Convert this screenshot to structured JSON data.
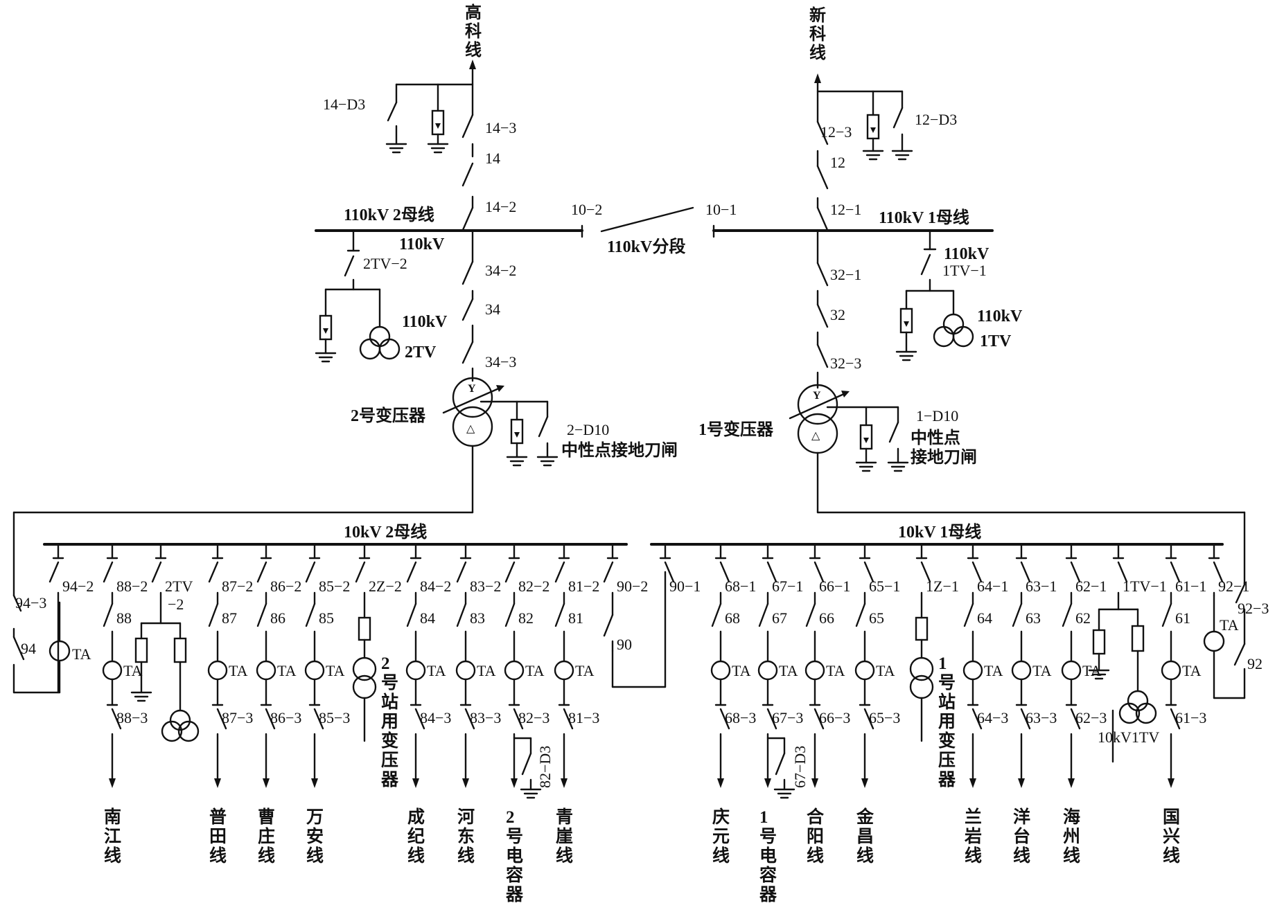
{
  "incoming_lines": [
    {
      "id": "gaoke",
      "name": "高科线"
    },
    {
      "id": "xinke",
      "name": "新科线"
    }
  ],
  "buses": {
    "hv2": "110kV 2母线",
    "hv1": "110kV 1母线",
    "section": "110kV分段",
    "lv2": "10kV 2母线",
    "lv1": "10kV 1母线"
  },
  "hv_labels": {
    "s14_d3": "14−D3",
    "s14_3": "14−3",
    "b14": "14",
    "s14_2": "14−2",
    "s12_3": "12−3",
    "b12": "12",
    "s12_1": "12−1",
    "s12_d3": "12−D3",
    "s10_2": "10−2",
    "s10_1": "10−1",
    "tv2_voltage": "110kV",
    "s2tv_2": "2TV−2",
    "tv2_label_voltage": "110kV",
    "tv2_label": "2TV",
    "tv1_voltage": "110kV",
    "s1tv_1": "1TV−1",
    "tv1_label_voltage": "110kV",
    "tv1_label": "1TV",
    "s34_2": "34−2",
    "b34": "34",
    "s34_3": "34−3",
    "s32_1": "32−1",
    "b32": "32",
    "s32_3": "32−3",
    "t2": "2号变压器",
    "t1": "1号变压器",
    "d2": "2−D10",
    "d1": "1−D10",
    "neutral2": "中性点接地刀闸",
    "neutral1_a": "中性点",
    "neutral1_b": "接地刀闸"
  },
  "feeders_lv2": [
    {
      "iso_top": "94−2",
      "brk": "",
      "ta": "TA",
      "iso_bot": "",
      "name": ""
    },
    {
      "iso_top": "88−2",
      "brk": "88",
      "ta": "TA",
      "iso_bot": "88−3",
      "name": "南江线"
    },
    {
      "iso_top": "2TV",
      "iso_top2": "−2",
      "brk": "",
      "ta": "",
      "iso_bot": "",
      "name": ""
    },
    {
      "iso_top": "87−2",
      "brk": "87",
      "ta": "TA",
      "iso_bot": "87−3",
      "name": "普田线"
    },
    {
      "iso_top": "86−2",
      "brk": "86",
      "ta": "TA",
      "iso_bot": "86−3",
      "name": "曹庄线"
    },
    {
      "iso_top": "85−2",
      "brk": "85",
      "ta": "TA",
      "iso_bot": "85−3",
      "name": "万安线"
    },
    {
      "iso_top": "2Z−2",
      "brk": "",
      "ta": "",
      "iso_bot": "",
      "name": "2号站用变压器"
    },
    {
      "iso_top": "84−2",
      "brk": "84",
      "ta": "TA",
      "iso_bot": "84−3",
      "name": "成纪线"
    },
    {
      "iso_top": "83−2",
      "brk": "83",
      "ta": "TA",
      "iso_bot": "83−3",
      "name": "河东线"
    },
    {
      "iso_top": "82−2",
      "brk": "82",
      "ta": "TA",
      "iso_bot": "82−3",
      "name": "2号电容器"
    },
    {
      "iso_top": "81−2",
      "brk": "81",
      "ta": "TA",
      "iso_bot": "81−3",
      "name": "青崖线"
    },
    {
      "iso_top": "90−2",
      "brk": "90",
      "ta": "",
      "iso_bot": "",
      "name": ""
    }
  ],
  "feeders_lv1": [
    {
      "iso_top": "90−1",
      "brk": "",
      "ta": "",
      "iso_bot": "",
      "name": ""
    },
    {
      "iso_top": "68−1",
      "brk": "68",
      "ta": "TA",
      "iso_bot": "68−3",
      "name": "庆元线"
    },
    {
      "iso_top": "67−1",
      "brk": "67",
      "ta": "TA",
      "iso_bot": "67−3",
      "name": "1号电容器"
    },
    {
      "iso_top": "66−1",
      "brk": "66",
      "ta": "TA",
      "iso_bot": "66−3",
      "name": "合阳线"
    },
    {
      "iso_top": "65−1",
      "brk": "65",
      "ta": "TA",
      "iso_bot": "65−3",
      "name": "金昌线"
    },
    {
      "iso_top": "1Z−1",
      "brk": "",
      "ta": "",
      "iso_bot": "",
      "name": "1号站用变压器"
    },
    {
      "iso_top": "64−1",
      "brk": "64",
      "ta": "TA",
      "iso_bot": "64−3",
      "name": "兰岩线"
    },
    {
      "iso_top": "63−1",
      "brk": "63",
      "ta": "TA",
      "iso_bot": "63−3",
      "name": "洋台线"
    },
    {
      "iso_top": "62−1",
      "brk": "62",
      "ta": "TA",
      "iso_bot": "62−3",
      "name": "海州线"
    },
    {
      "iso_top": "1TV−1",
      "brk": "",
      "ta": "",
      "iso_bot": "",
      "name": ""
    },
    {
      "iso_top": "61−1",
      "brk": "61",
      "ta": "TA",
      "iso_bot": "61−3",
      "name": "国兴线"
    },
    {
      "iso_top": "92−1",
      "brk": "",
      "ta": "",
      "iso_bot": "",
      "name": ""
    }
  ],
  "extra_labels": {
    "s94_3": "94−3",
    "b94": "94",
    "ta94": "TA",
    "s92_3": "92−3",
    "b92": "92",
    "ta92": "TA",
    "tv1_10kv": "10kV1TV",
    "cap2_d3": "82−D3",
    "cap1_d3": "67−D3",
    "sym_delta": "△",
    "sym_y": "Y"
  }
}
